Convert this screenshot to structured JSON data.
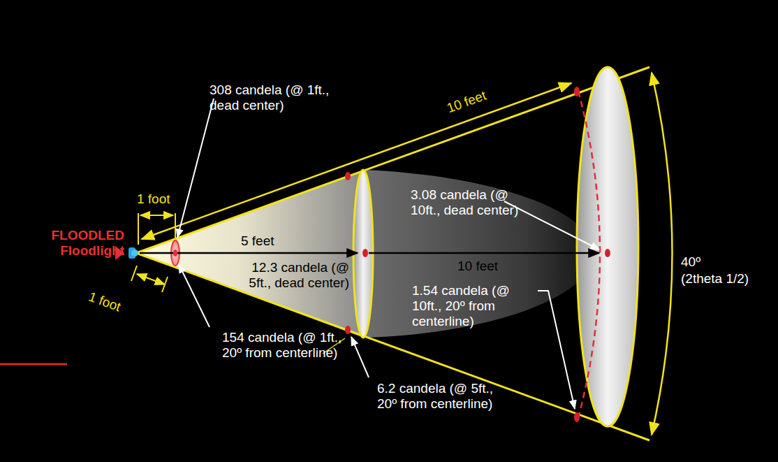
{
  "diagram": {
    "labels": [
      "FLOODLED Floodlight",
      "1 foot",
      "308 candela (@ 1ft., dead center)",
      "10 feet",
      "5 feet",
      "12.3 candela (@ 5ft., dead center)",
      "10 feet",
      "3.08 candela (@ 10ft., dead center)",
      "40º",
      "(2theta 1/2)",
      "1.54 candela (@ 10ft., 20º from centerline)",
      "1 foot",
      "154 candela (@ 1ft., 20º from centerline)",
      "6.2 candela (@ 5ft., 20º from centerline)"
    ]
  }
}
